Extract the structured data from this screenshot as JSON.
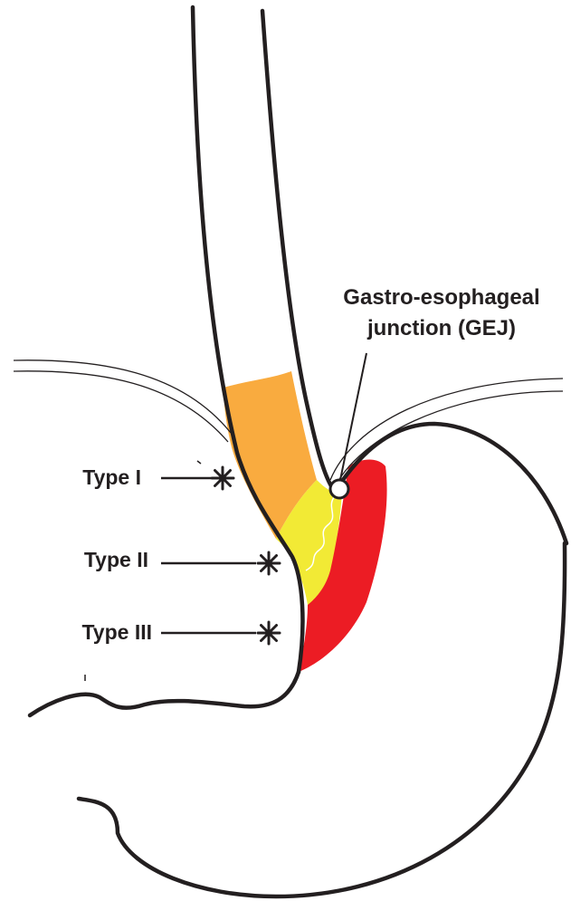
{
  "gej": {
    "line1": "Gastro-esophageal",
    "line2": "junction (GEJ)"
  },
  "types": [
    {
      "label": "Type I"
    },
    {
      "label": "Type II"
    },
    {
      "label": "Type III"
    }
  ],
  "colors": {
    "outline": "#231f20",
    "type1_zone": "#f9ab3f",
    "type2_zone": "#f2ea35",
    "type3_zone": "#ec1c24",
    "background": "#ffffff"
  }
}
